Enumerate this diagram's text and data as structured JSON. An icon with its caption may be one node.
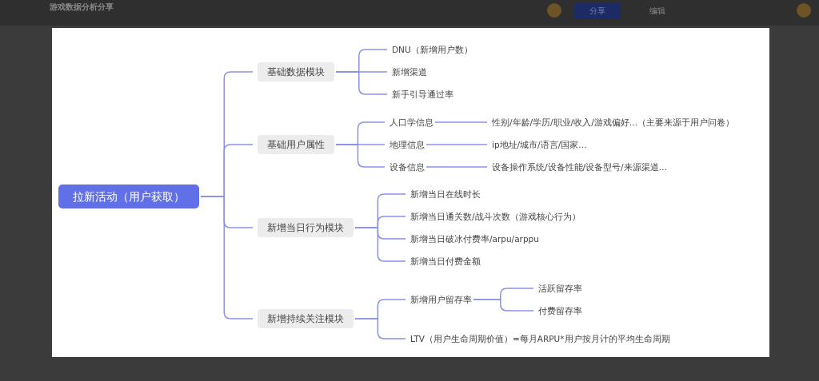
{
  "diagram": {
    "title": "游戏数据分析分享",
    "nodes": [
      {
        "text": [
          "拉新活动（用户获取）"
        ]
      },
      {
        "text": [
          "基础数据模块"
        ]
      },
      {
        "text": [
          "DNU（新增用户数）"
        ]
      },
      {
        "text": [
          "新增渠道"
        ]
      },
      {
        "text": [
          "新手引导通过率"
        ]
      },
      {
        "text": [
          "基础用户属性"
        ]
      },
      {
        "text": [
          "人口学信息"
        ]
      },
      {
        "text": [
          "性别/年龄/学历/职业/收入/游戏偏好…（主要来源于用户问卷）"
        ]
      },
      {
        "text": [
          "地理信息"
        ]
      },
      {
        "text": [
          "ip地址/城市/语言/国家…"
        ]
      },
      {
        "text": [
          "设备信息"
        ]
      },
      {
        "text": [
          "设备操作系统/设备性能/设备型号/来源渠道…"
        ]
      },
      {
        "text": [
          "新增当日行为模块"
        ]
      },
      {
        "text": [
          "新增当日在线时长"
        ]
      },
      {
        "text": [
          "新增当日通关数/战斗次数（游戏核心行为）"
        ]
      },
      {
        "text": [
          "新增当日破冰付费率/arpu/arppu"
        ]
      },
      {
        "text": [
          "新增当日付费金额"
        ]
      },
      {
        "text": [
          "新增持续关注模块"
        ]
      },
      {
        "text": [
          "新增用户留存率"
        ]
      },
      {
        "text": [
          "活跃留存率"
        ]
      },
      {
        "text": [
          "付费留存率"
        ]
      },
      {
        "text": [
          "LTV（用户生命周期价值）=每月ARPU*用户按月计的平均生命周期"
        ]
      }
    ],
    "edges": [
      {
        "from": 0,
        "to": 1,
        "arrow": "none"
      },
      {
        "from": 0,
        "to": 5,
        "arrow": "none"
      },
      {
        "from": 0,
        "to": 12,
        "arrow": "none"
      },
      {
        "from": 0,
        "to": 17,
        "arrow": "none"
      },
      {
        "from": 1,
        "to": 2,
        "arrow": "none"
      },
      {
        "from": 1,
        "to": 3,
        "arrow": "none"
      },
      {
        "from": 1,
        "to": 4,
        "arrow": "none"
      },
      {
        "from": 5,
        "to": 6,
        "arrow": "none"
      },
      {
        "from": 5,
        "to": 8,
        "arrow": "none"
      },
      {
        "from": 5,
        "to": 10,
        "arrow": "none"
      },
      {
        "from": 6,
        "to": 7,
        "arrow": "none"
      },
      {
        "from": 8,
        "to": 9,
        "arrow": "none"
      },
      {
        "from": 10,
        "to": 11,
        "arrow": "none"
      },
      {
        "from": 12,
        "to": 13,
        "arrow": "none"
      },
      {
        "from": 12,
        "to": 14,
        "arrow": "none"
      },
      {
        "from": 12,
        "to": 15,
        "arrow": "none"
      },
      {
        "from": 12,
        "to": 16,
        "arrow": "none"
      },
      {
        "from": 17,
        "to": 18,
        "arrow": "none"
      },
      {
        "from": 17,
        "to": 21,
        "arrow": "none"
      },
      {
        "from": 18,
        "to": 19,
        "arrow": "none"
      },
      {
        "from": 18,
        "to": 20,
        "arrow": "none"
      }
    ],
    "labels": [
      "分享",
      "编辑"
    ]
  }
}
